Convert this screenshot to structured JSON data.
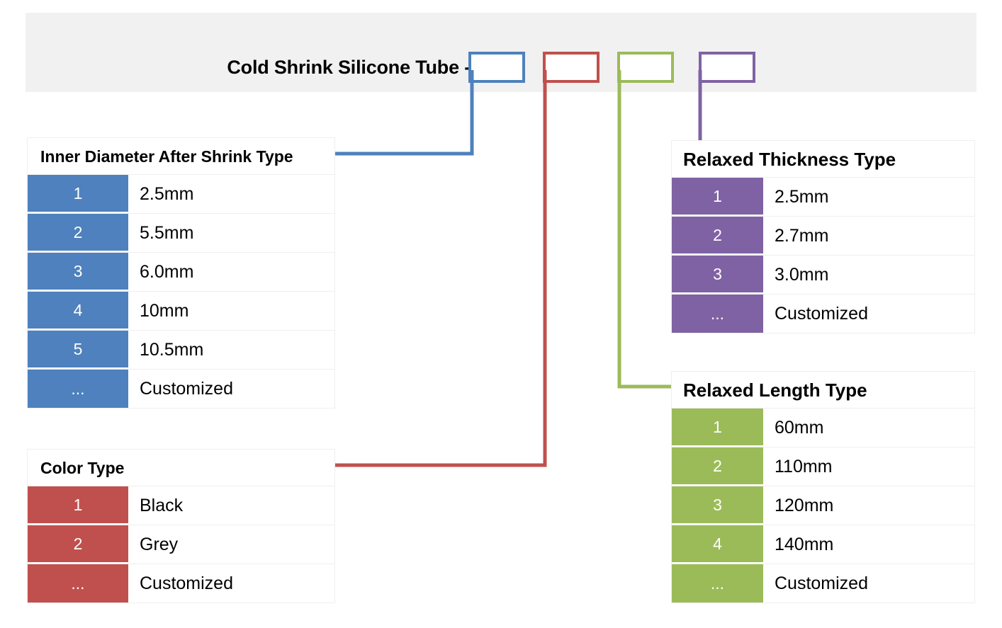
{
  "header": {
    "title": "Cold Shrink Silicone Tube -",
    "code_boxes": [
      {
        "name": "diameter",
        "value": "",
        "color": "#4E81BD"
      },
      {
        "name": "color",
        "value": "",
        "color": "#C0504D"
      },
      {
        "name": "length",
        "value": "",
        "color": "#9BBB59"
      },
      {
        "name": "thickness",
        "value": "",
        "color": "#7F62A3"
      }
    ]
  },
  "tables": {
    "diameter": {
      "title": "Inner Diameter After Shrink Type",
      "accent": "#4E81BD",
      "rows": [
        {
          "code": "1",
          "value": "2.5mm"
        },
        {
          "code": "2",
          "value": "5.5mm"
        },
        {
          "code": "3",
          "value": "6.0mm"
        },
        {
          "code": "4",
          "value": "10mm"
        },
        {
          "code": "5",
          "value": "10.5mm"
        },
        {
          "code": "...",
          "value": "Customized"
        }
      ]
    },
    "color": {
      "title": "Color Type",
      "accent": "#C0504D",
      "rows": [
        {
          "code": "1",
          "value": "Black"
        },
        {
          "code": "2",
          "value": "Grey"
        },
        {
          "code": "...",
          "value": "Customized"
        }
      ]
    },
    "thickness": {
      "title": "Relaxed Thickness Type",
      "accent": "#7F62A3",
      "rows": [
        {
          "code": "1",
          "value": "2.5mm"
        },
        {
          "code": "2",
          "value": "2.7mm"
        },
        {
          "code": "3",
          "value": "3.0mm"
        },
        {
          "code": "...",
          "value": "Customized"
        }
      ]
    },
    "length": {
      "title": "Relaxed Length Type",
      "accent": "#9BBB59",
      "rows": [
        {
          "code": "1",
          "value": "60mm"
        },
        {
          "code": "2",
          "value": "110mm"
        },
        {
          "code": "3",
          "value": "120mm"
        },
        {
          "code": "4",
          "value": "140mm"
        },
        {
          "code": "...",
          "value": "Customized"
        }
      ]
    }
  }
}
